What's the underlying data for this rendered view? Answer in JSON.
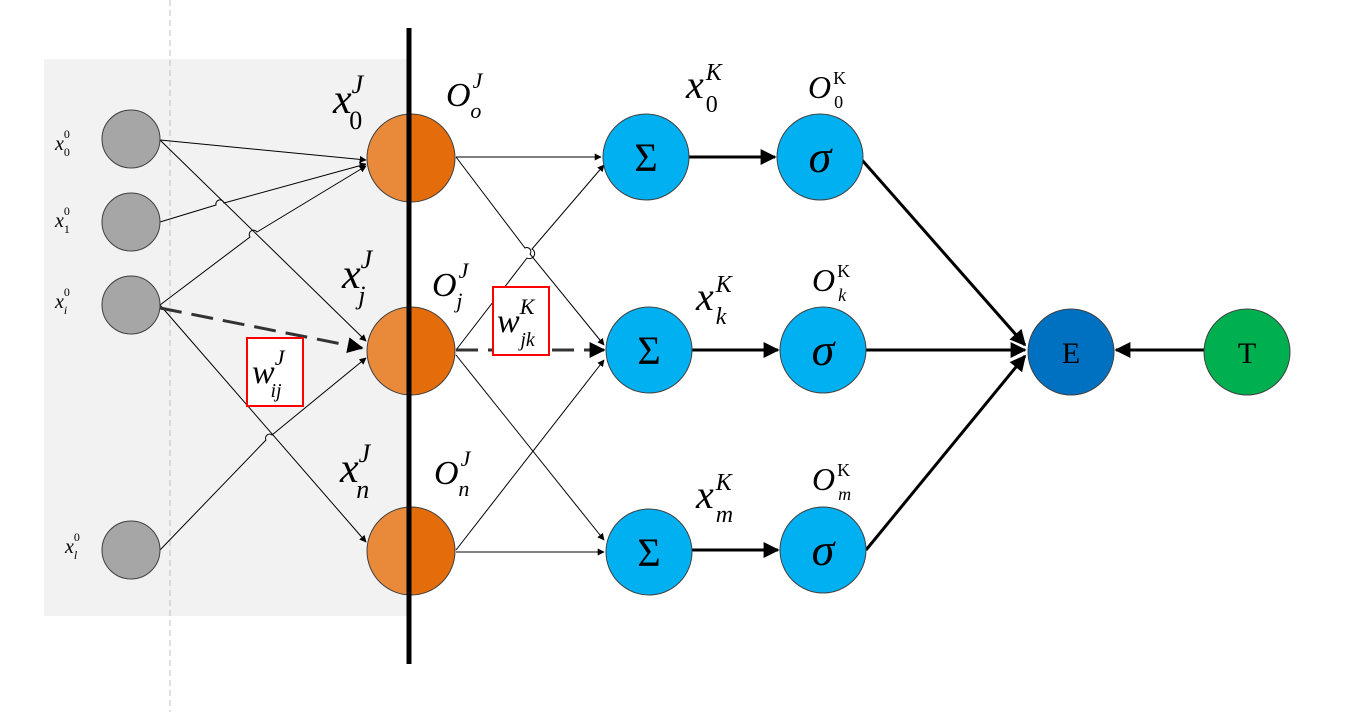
{
  "input_nodes": [
    {
      "label": "x",
      "sup": "0",
      "sub": "0"
    },
    {
      "label": "x",
      "sup": "0",
      "sub": "1"
    },
    {
      "label": "x",
      "sup": "0",
      "sub": "i"
    },
    {
      "label": "x",
      "sup": "0",
      "sub": "l"
    }
  ],
  "hidden_input_labels": [
    {
      "label": "x",
      "sup": "J",
      "sub": "0"
    },
    {
      "label": "x",
      "sup": "J",
      "sub": "j"
    },
    {
      "label": "x",
      "sup": "J",
      "sub": "n"
    }
  ],
  "hidden_output_labels": [
    {
      "label": "O",
      "sup": "J",
      "sub": "o"
    },
    {
      "label": "O",
      "sup": "J",
      "sub": "j"
    },
    {
      "label": "O",
      "sup": "J",
      "sub": "n"
    }
  ],
  "sum_symbol": "Σ",
  "activation_symbol": "σ",
  "output_input_labels": [
    {
      "label": "x",
      "sup": "K",
      "sub": "0"
    },
    {
      "label": "x",
      "sup": "K",
      "sub": "k"
    },
    {
      "label": "x",
      "sup": "K",
      "sub": "m"
    }
  ],
  "output_output_labels": [
    {
      "label": "O",
      "sup": "K",
      "sub": "0"
    },
    {
      "label": "O",
      "sup": "K",
      "sub": "k"
    },
    {
      "label": "O",
      "sup": "K",
      "sub": "m"
    }
  ],
  "weight_ij": {
    "label": "w",
    "sup": "J",
    "sub": "ij"
  },
  "weight_jk": {
    "label": "w",
    "sup": "K",
    "sub": "jk"
  },
  "error_node": "E",
  "target_node": "T",
  "colors": {
    "input_node": "#a6a6a6",
    "hidden_left": "#e88a3a",
    "hidden_right": "#e46c0a",
    "output_node": "#00b0f0",
    "error_node": "#0070c0",
    "target_node": "#00b050",
    "highlight_box": "#ff0000",
    "panel": "#f2f2f2"
  }
}
